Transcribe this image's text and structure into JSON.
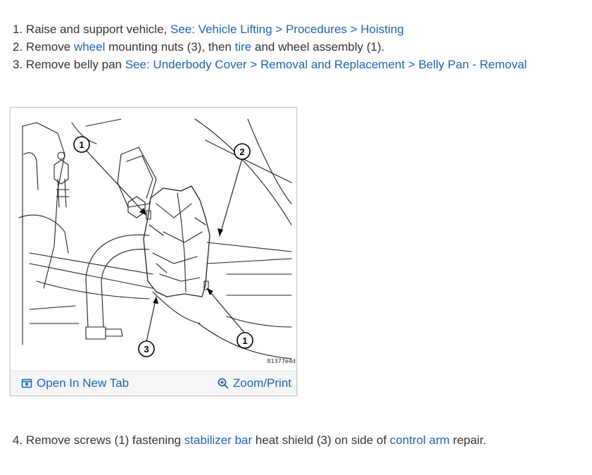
{
  "steps": [
    {
      "n": "1.",
      "pre": " Raise and support vehicle, ",
      "link": "See: Vehicle Lifting > Procedures > Hoisting"
    },
    {
      "n": "2.",
      "pre": " Remove ",
      "link1": "wheel",
      "mid": " mounting nuts (3), then ",
      "link2": "tire",
      "post": " and wheel assembly (1)."
    },
    {
      "n": "3.",
      "pre": " Remove belly pan ",
      "link": "See: Underbody Cover > Removal and Replacement > Belly Pan - Removal"
    }
  ],
  "figure": {
    "image_code": "81377e4d",
    "callouts": [
      "1",
      "2",
      "3",
      "1"
    ],
    "open_label": "Open In New Tab",
    "zoom_label": "Zoom/Print",
    "icons": {
      "open": "open-new-tab-icon",
      "zoom": "zoom-icon"
    }
  },
  "step4": {
    "n": "4.",
    "pre": " Remove screws (1) fastening ",
    "link1": "stabilizer bar",
    "mid": " heat shield (3) on side of ",
    "link2": "control arm",
    "post": " repair."
  },
  "colors": {
    "link": "#1f63b0",
    "text": "#333333",
    "bar": "#f4f6f8"
  }
}
